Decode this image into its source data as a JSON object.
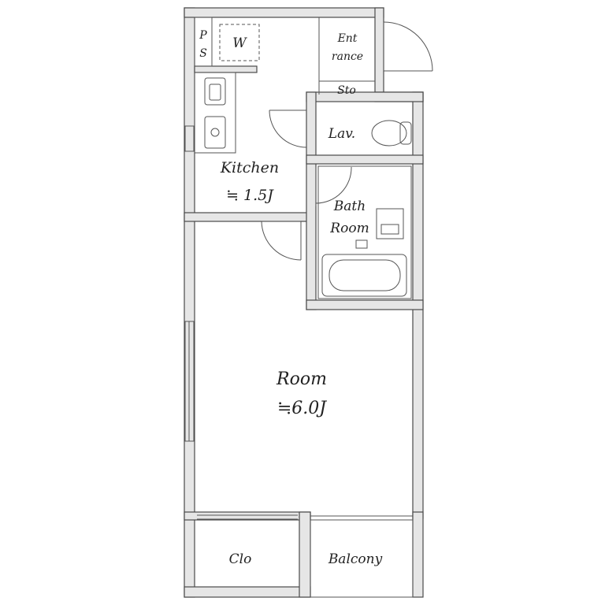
{
  "floorplan": {
    "rooms": {
      "room": {
        "name": "Room",
        "area": "≒6.0J"
      },
      "kitchen": {
        "name": "Kitchen",
        "area": "≒ 1.5J"
      },
      "bath": {
        "line1": "Bath",
        "line2": "Room"
      },
      "lavatory": {
        "name": "Lav."
      },
      "entrance": {
        "line1": "Ent",
        "line2": "rance"
      },
      "storage": {
        "name": "Sto"
      },
      "closet": {
        "name": "Clo"
      },
      "balcony": {
        "name": "Balcony"
      },
      "pipe_space": {
        "line1": "P",
        "line2": "S"
      },
      "washer": {
        "name": "W"
      }
    },
    "colors": {
      "wall_fill": "#e6e6e6",
      "wall_stroke": "#4a4a4a",
      "line": "#555555",
      "text": "#222222"
    }
  }
}
